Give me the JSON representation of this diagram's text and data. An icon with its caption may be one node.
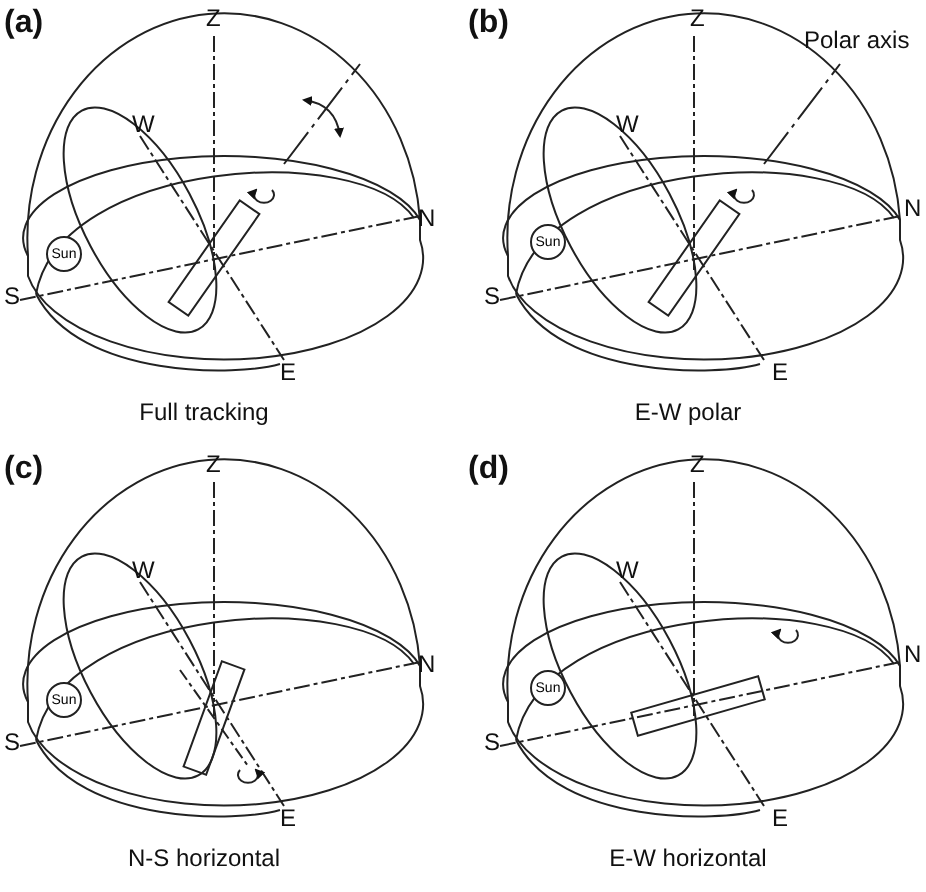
{
  "diagram": {
    "nodes": [
      {
        "text": [
          "Sun"
        ]
      },
      {
        "text": [
          "Sun"
        ]
      },
      {
        "text": [
          "Sun"
        ]
      },
      {
        "text": [
          "Sun"
        ]
      }
    ],
    "labels": [
      "(a)",
      "Z",
      "W",
      "N",
      "S",
      "E",
      "Full tracking",
      "(b)",
      "Z",
      "Polar axis",
      "W",
      "N",
      "S",
      "E",
      "E-W polar",
      "(c)",
      "Z",
      "W",
      "N",
      "S",
      "E",
      "N-S horizontal",
      "(d)",
      "Z",
      "W",
      "N",
      "S",
      "E",
      "E-W horizontal"
    ]
  }
}
